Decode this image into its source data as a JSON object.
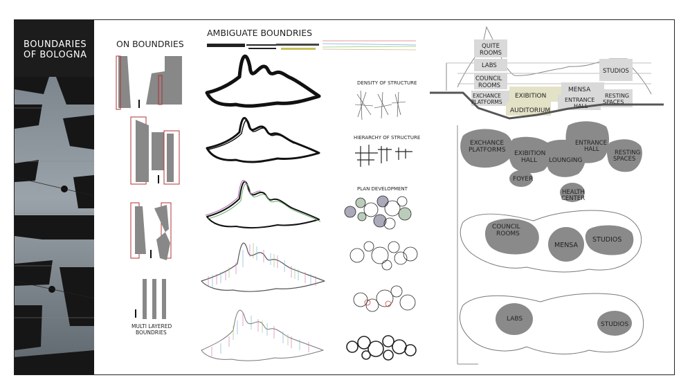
{
  "title": {
    "line1": "BOUNDARIES",
    "line2": "OF BOLOGNA"
  },
  "columns": {
    "on": "ON BOUNDRIES",
    "ambiguate": "AMBIGUATE BOUNDRIES"
  },
  "multi_layered": {
    "line1": "MULTI LAYERED",
    "line2": "BOUNDRIES"
  },
  "analysis": {
    "density": "DENSITY OF STRUCTURE",
    "hierarchy": "HIERARCHY OF STRUCTURE",
    "plan": "PLAN DEVELOPMENT"
  },
  "section": {
    "quite_rooms_1": "QUITE",
    "quite_rooms_2": "ROOMS",
    "labs": "LABS",
    "council_1": "COUNCIL",
    "council_2": "ROOMS",
    "exchange_1": "EXCHANCE",
    "exchange_2": "PLATFORMS",
    "exibition": "EXIBITION",
    "auditorium": "AUDITORIUM",
    "mensa": "MENSA",
    "entrance_1": "ENTRANCE",
    "entrance_2": "HALL",
    "studios": "STUDIOS",
    "resting_1": "RESTING",
    "resting_2": "SPACES"
  },
  "plan": {
    "exchange_1": "EXCHANCE",
    "exchange_2": "PLATFORMS",
    "exibition_1": "EXIBITION",
    "exibition_2": "HALL",
    "lounging": "LOUNGING",
    "entrance_1": "ENTRANCE",
    "entrance_2": "HALL",
    "resting_1": "RESTING",
    "resting_2": "SPACES",
    "foyer": "FOYER",
    "health_1": "HEALTH",
    "health_2": "CENTER",
    "council_1": "COUNCIL",
    "council_2": "ROOMS",
    "mensa": "MENSA",
    "studios_a": "STUDIOS",
    "labs": "LABS",
    "studios_b": "STUDIOS"
  },
  "colors": {
    "grey_fill": "#8a8a8a",
    "red_outline": "#b03030",
    "dark_panel": "#1e1e1e",
    "light_box": "#d9d9d9",
    "olive_box": "#e3e2c6"
  }
}
